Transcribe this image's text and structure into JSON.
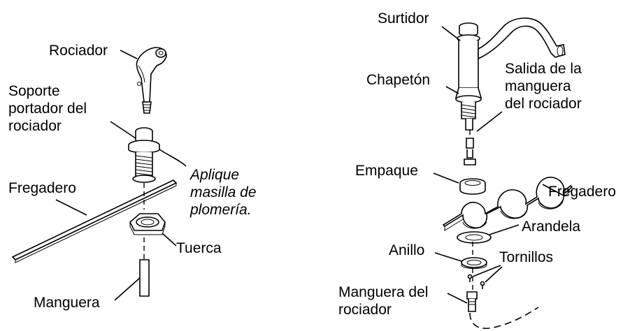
{
  "labels": {
    "rociador": "Rociador",
    "soporte": [
      "Soporte",
      "portador del",
      "rociador"
    ],
    "aplique": [
      "Aplique",
      "masilla de",
      "plomería."
    ],
    "fregadero_left": "Fregadero",
    "tuerca": "Tuerca",
    "manguera": "Manguera",
    "surtidor": "Surtidor",
    "salida": [
      "Salida de la",
      "manguera",
      "del rociador"
    ],
    "chapeton": "Chapetón",
    "empaque": "Empaque",
    "fregadero_right": "Fregadero",
    "arandela": "Arandela",
    "anillo": "Anillo",
    "tornillos": "Tornillos",
    "manguera_rociador": [
      "Manguera del",
      "rociador"
    ]
  }
}
